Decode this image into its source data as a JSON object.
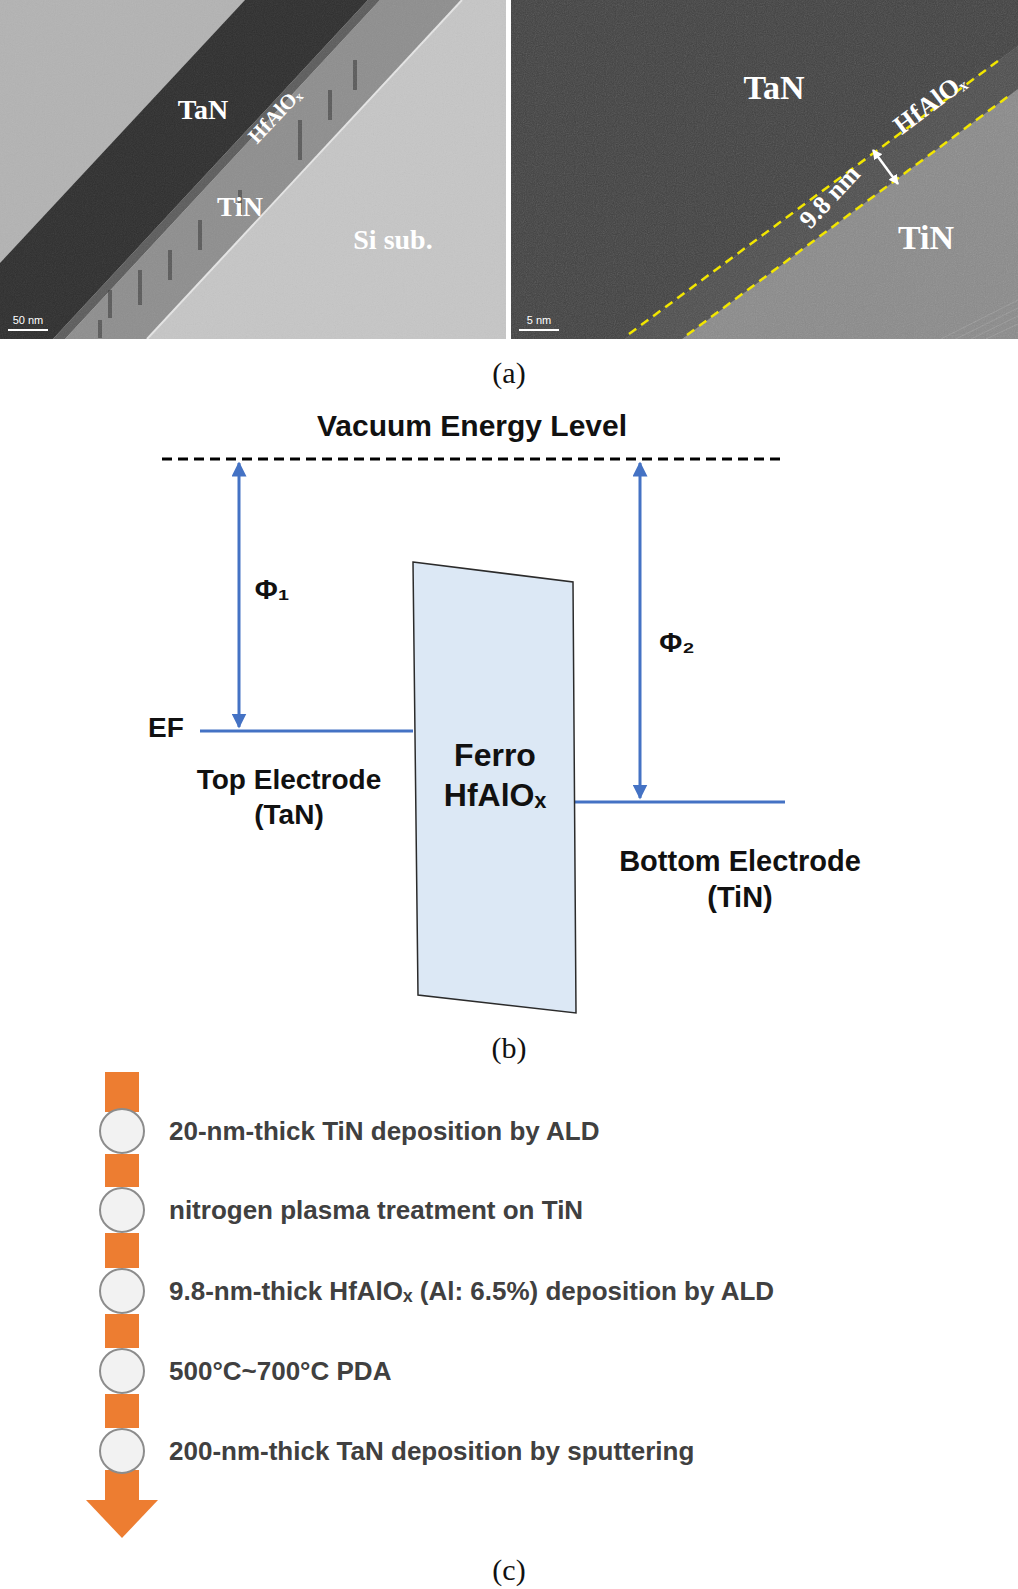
{
  "diagram": {
    "nodes": [
      {
        "text": [
          "Ferro HfAlOₓ"
        ]
      },
      {
        "text": [
          "20-nm-thick TiN deposition by ALD"
        ]
      },
      {
        "text": [
          "nitrogen plasma treatment on TiN"
        ]
      },
      {
        "text": [
          "9.8-nm-thick HfAlOₓ (Al: 6.5%) deposition by ALD"
        ]
      },
      {
        "text": [
          "500°C~700°C PDA"
        ]
      },
      {
        "text": [
          "200-nm-thick TaN deposition by sputtering"
        ]
      }
    ],
    "edges": [
      {
        "from": 1,
        "to": 2,
        "arrow": "none"
      },
      {
        "from": 2,
        "to": 3,
        "arrow": "none"
      },
      {
        "from": 3,
        "to": 4,
        "arrow": "none"
      },
      {
        "from": 4,
        "to": 5,
        "arrow": "none"
      }
    ],
    "labels": [
      "TaN",
      "HfAlOₓ",
      "TiN",
      "Si sub.",
      "50 nm",
      "TaN",
      "HfAlOₓ",
      "9.8 nm",
      "TiN",
      "5 nm",
      "(a)",
      "Vacuum Energy Level",
      "Φ₁",
      "EF",
      "Top Electrode (TaN)",
      "Φ₂",
      "Bottom Electrode (TiN)",
      "(b)",
      "(c)"
    ]
  }
}
